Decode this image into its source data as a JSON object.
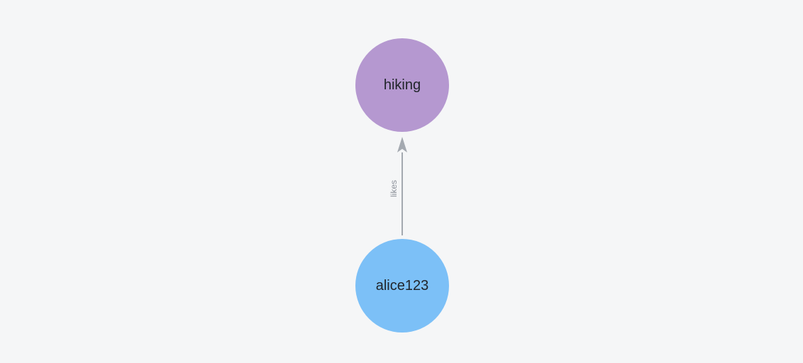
{
  "canvas": {
    "background_color": "#f5f6f7"
  },
  "graph": {
    "nodes": [
      {
        "label": "hiking",
        "fill_color": "#b598d0",
        "label_color": "#21252b"
      },
      {
        "label": "alice123",
        "fill_color": "#7cc0f7",
        "label_color": "#21252b"
      }
    ],
    "edges": [
      {
        "label": "likes",
        "from": "alice123",
        "to": "hiking",
        "arrow_direction": "up",
        "line_color": "#a4a9b0",
        "label_color": "#8d929b"
      }
    ]
  }
}
